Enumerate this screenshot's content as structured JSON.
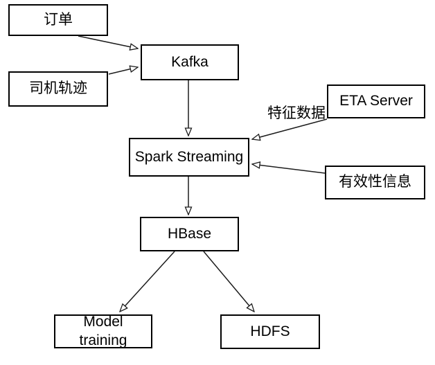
{
  "colors": {
    "background": "#ffffff",
    "box_fill": "#ffffff",
    "box_border": "#000000",
    "text": "#000000",
    "arrow_line": "#1c1c1c",
    "arrowhead_fill": "#ffffff"
  },
  "nodes": {
    "order": {
      "label": "订单"
    },
    "driver_track": {
      "label": "司机轨迹"
    },
    "kafka": {
      "label": "Kafka"
    },
    "eta_server": {
      "label": "ETA Server"
    },
    "spark_streaming": {
      "label": "Spark Streaming"
    },
    "validity_info": {
      "label": "有效性信息"
    },
    "hbase": {
      "label": "HBase"
    },
    "model_training": {
      "label": "Model training"
    },
    "hdfs": {
      "label": "HDFS"
    }
  },
  "edge_labels": {
    "feature_data": "特征数据"
  },
  "edges": [
    {
      "from": "order",
      "to": "kafka",
      "label": ""
    },
    {
      "from": "driver_track",
      "to": "kafka",
      "label": ""
    },
    {
      "from": "kafka",
      "to": "spark_streaming",
      "label": ""
    },
    {
      "from": "eta_server",
      "to": "spark_streaming",
      "label": "特征数据"
    },
    {
      "from": "validity_info",
      "to": "spark_streaming",
      "label": ""
    },
    {
      "from": "spark_streaming",
      "to": "hbase",
      "label": ""
    },
    {
      "from": "hbase",
      "to": "model_training",
      "label": ""
    },
    {
      "from": "hbase",
      "to": "hdfs",
      "label": ""
    }
  ]
}
